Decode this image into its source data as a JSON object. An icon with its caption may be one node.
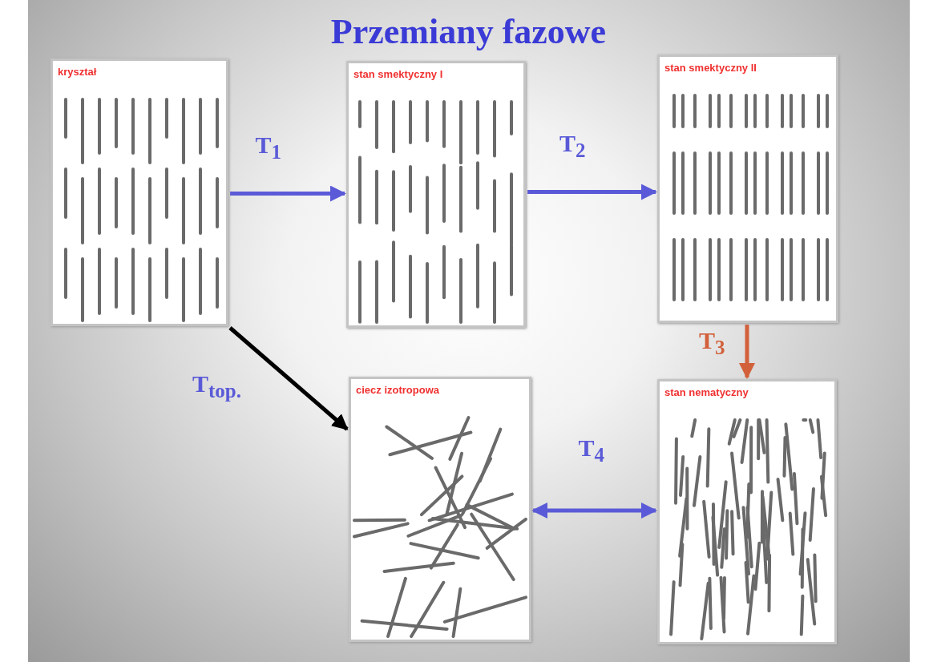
{
  "diagram": {
    "title": "Przemiany fazowe",
    "nodes": [
      {
        "text": [
          "kryształ"
        ]
      },
      {
        "text": [
          "stan smektyczny I"
        ]
      },
      {
        "text": [
          "stan smektyczny II"
        ]
      },
      {
        "text": [
          "ciecz izotropowa"
        ]
      },
      {
        "text": [
          "stan nematyczny"
        ]
      }
    ],
    "edges": [
      {
        "from": 0,
        "to": 1,
        "arrow": "to",
        "label": "T$_{1}$"
      },
      {
        "from": 1,
        "to": 2,
        "arrow": "to",
        "label": "T$_{2}$"
      },
      {
        "from": 0,
        "to": 3,
        "arrow": "to",
        "label": "T$_{top.}$",
        "color": "#000000"
      },
      {
        "from": 2,
        "to": 4,
        "arrow": "to",
        "label": "T$_{3}$",
        "color": "#d2603a"
      },
      {
        "from": 3,
        "to": 4,
        "arrow": "both",
        "label": "T$_{4}$"
      }
    ]
  }
}
